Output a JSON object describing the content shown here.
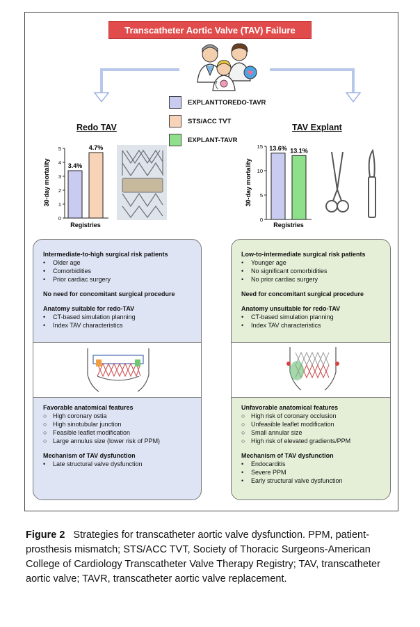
{
  "banner": {
    "text": "Transcatheter Aortic Valve (TAV) Failure"
  },
  "legend": [
    {
      "label": "EXPLANTTOREDO-TAVR",
      "color": "#c9cbf1"
    },
    {
      "label": "STS/ACC TVT",
      "color": "#f8d3b8"
    },
    {
      "label": "EXPLANT-TAVR",
      "color": "#8fe08a"
    }
  ],
  "sections": {
    "left_title": "Redo TAV",
    "right_title": "TAV Explant"
  },
  "icons": [
    "doctors-icon",
    "valve-stent-icon",
    "scissors-icon",
    "scalpel-icon",
    "valve-in-valve-illustration",
    "explant-illustration"
  ],
  "chart_data": [
    {
      "type": "bar",
      "categories": [
        "EXPLANTTOREDO-TAVR",
        "STS/ACC TVT"
      ],
      "values": [
        3.4,
        4.7
      ],
      "value_labels": [
        "3.4%",
        "4.7%"
      ],
      "colors": [
        "#c9cbf1",
        "#f8d3b8"
      ],
      "xlabel": "Registries",
      "ylabel": "30-day mortality",
      "ylim": [
        0,
        5
      ],
      "yticks": [
        0,
        1,
        2,
        3,
        4,
        5
      ]
    },
    {
      "type": "bar",
      "categories": [
        "EXPLANTTOREDO-TAVR",
        "EXPLANT-TAVR"
      ],
      "values": [
        13.6,
        13.1
      ],
      "value_labels": [
        "13.6%",
        "13.1%"
      ],
      "colors": [
        "#c9cbf1",
        "#8fe08a"
      ],
      "xlabel": "Registries",
      "ylabel": "30-day mortality",
      "ylim": [
        0,
        15
      ],
      "yticks": [
        0,
        5,
        10,
        15
      ]
    }
  ],
  "left_panel": {
    "color": "#dfe4f4",
    "top": {
      "heading1": "Intermediate-to-high surgical risk patients",
      "items1": [
        "Older age",
        "Comorbidities",
        "Prior cardiac surgery"
      ],
      "heading2": "No need for concomitant surgical procedure",
      "heading3": "Anatomy suitable for redo-TAV",
      "items3": [
        "CT-based simulation planning",
        "Index TAV characteristics"
      ]
    },
    "bottom": {
      "heading1": "Favorable anatomical features",
      "items1": [
        "High coronary ostia",
        "High sinotubular junction",
        "Feasible leaflet modification",
        "Large annulus size (lower risk of PPM)"
      ],
      "heading2": "Mechanism of TAV dysfunction",
      "items2": [
        "Late structural valve dysfunction"
      ]
    }
  },
  "right_panel": {
    "color": "#e5efd8",
    "top": {
      "heading1": "Low-to-intermediate surgical risk patients",
      "items1": [
        "Younger age",
        "No significant comorbidities",
        "No prior cardiac surgery"
      ],
      "heading2": "Need for concomitant surgical procedure",
      "heading3": "Anatomy unsuitable for redo-TAV",
      "items3": [
        "CT-based simulation planning",
        "Index TAV characteristics"
      ]
    },
    "bottom": {
      "heading1": "Unfavorable anatomical features",
      "items1": [
        "High risk of coronary occlusion",
        "Unfeasible leaflet modification",
        "Small annular size",
        "High risk of elevated gradients/PPM"
      ],
      "heading2": "Mechanism of TAV dysfunction",
      "items2": [
        "Endocarditis",
        "Severe PPM",
        "Early structural valve dysfunction"
      ]
    }
  },
  "caption": {
    "figure": "Figure 2",
    "text": "Strategies for transcatheter aortic valve dysfunction. PPM, patient-prosthesis mismatch; STS/ACC TVT, Society of Thoracic Surgeons-American College of Cardiology Transcatheter Valve Therapy Registry; TAV, transcatheter aortic valve; TAVR, transcatheter aortic valve replacement."
  }
}
